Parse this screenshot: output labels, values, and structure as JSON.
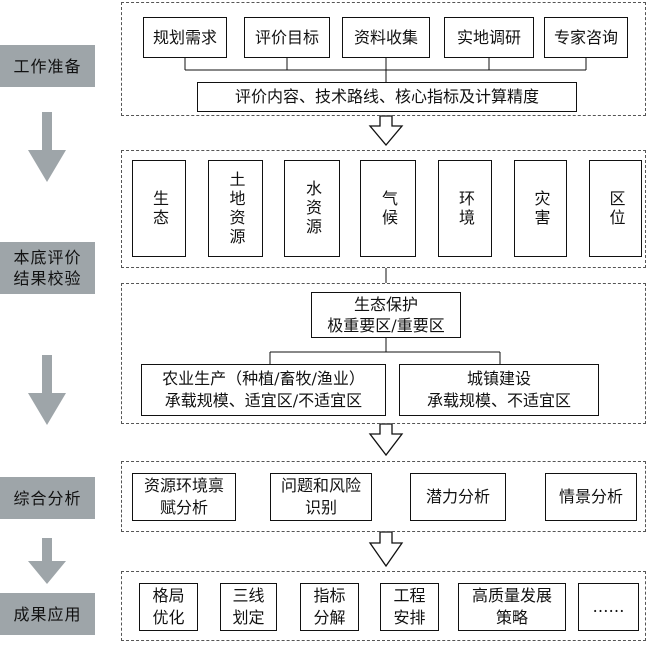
{
  "stages": [
    {
      "id": "prep",
      "label": "工作准备"
    },
    {
      "id": "base",
      "label": "本底评价\n结果校验"
    },
    {
      "id": "analysis",
      "label": "综合分析"
    },
    {
      "id": "apply",
      "label": "成果应用"
    }
  ],
  "prep": {
    "items": [
      "规划需求",
      "评价目标",
      "资料收集",
      "实地调研",
      "专家咨询"
    ],
    "summary": "评价内容、技术路线、核心指标及计算精度"
  },
  "factors": [
    "生态",
    "土地资源",
    "水资源",
    "气候",
    "环境",
    "灾害",
    "区位"
  ],
  "result": {
    "eco": "生态保护\n极重要区/重要区",
    "agri": "农业生产（种植/畜牧/渔业）\n承载规模、适宜区/不适宜区",
    "urban": "城镇建设\n承载规模、不适宜区"
  },
  "analysis": [
    "资源环境禀\n赋分析",
    "问题和风险\n识别",
    "潜力分析",
    "情景分析"
  ],
  "apply": [
    "格局\n优化",
    "三线\n划定",
    "指标\n分解",
    "工程\n安排",
    "高质量发展\n策略",
    "……"
  ]
}
